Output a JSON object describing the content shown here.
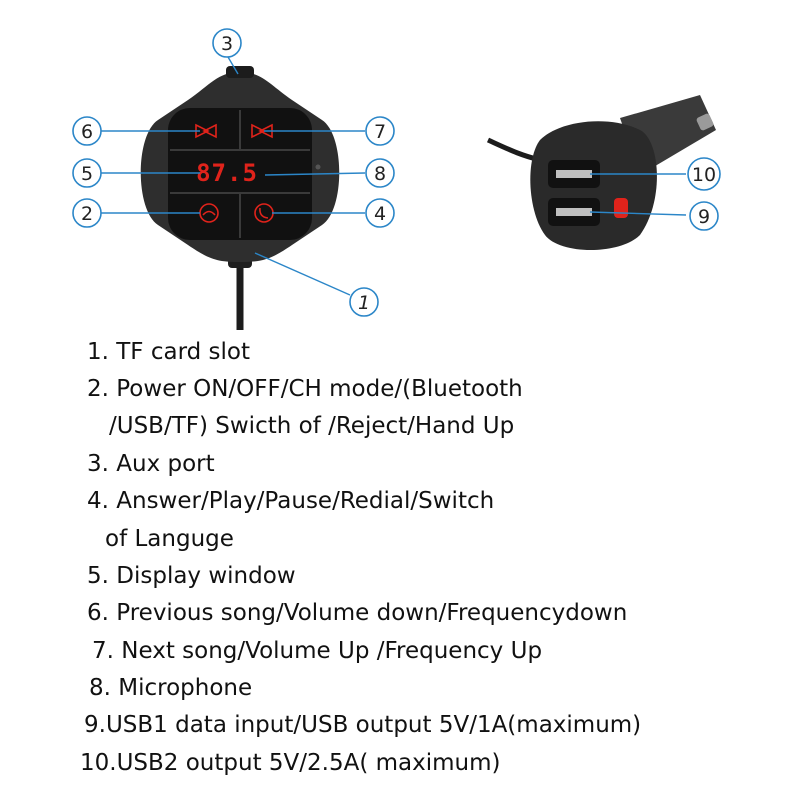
{
  "device": {
    "display_value": "87.5",
    "accent_blue": "#2b86c8",
    "led_red": "#e0231b",
    "body_color": "#2a2a2a"
  },
  "callouts": [
    "1",
    "2",
    "3",
    "4",
    "5",
    "6",
    "7",
    "8",
    "9",
    "10"
  ],
  "legend": [
    "1. TF card slot",
    "2. Power ON/OFF/CH mode/(Bluetooth",
    "/USB/TF) Swicth of  /Reject/Hand Up",
    "3. Aux port",
    "4. Answer/Play/Pause/Redial/Switch",
    "of Languge",
    "5. Display window",
    "6. Previous song/Volume down/Frequencydown",
    "7. Next song/Volume Up /Frequency Up",
    "8. Microphone",
    "9.USB1 data input/USB output 5V/1A(maximum)",
    "10.USB2 output 5V/2.5A( maximum)"
  ]
}
